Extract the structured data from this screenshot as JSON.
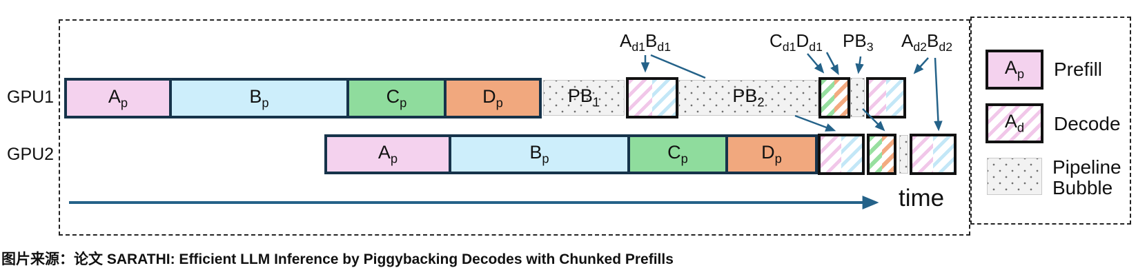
{
  "caption": "图片来源：论文 SARATHI: Efficient LLM Inference by Piggybacking Decodes with Chunked Prefills",
  "time_label": "time",
  "gpu1": {
    "label": "GPU1",
    "segments": [
      {
        "base": "A",
        "sub": "p"
      },
      {
        "base": "B",
        "sub": "p"
      },
      {
        "base": "C",
        "sub": "p"
      },
      {
        "base": "D",
        "sub": "p"
      }
    ],
    "pb1": {
      "base": "PB",
      "sub": "1"
    },
    "pb2": {
      "base": "PB",
      "sub": "2"
    }
  },
  "gpu2": {
    "label": "GPU2",
    "segments": [
      {
        "base": "A",
        "sub": "p"
      },
      {
        "base": "B",
        "sub": "p"
      },
      {
        "base": "C",
        "sub": "p"
      },
      {
        "base": "D",
        "sub": "p"
      }
    ]
  },
  "annotations": {
    "ad1bd1": {
      "p1": "A",
      "s1": "d1",
      "p2": "B",
      "s2": "d1"
    },
    "cd1dd1": {
      "p1": "C",
      "s1": "d1",
      "p2": "D",
      "s2": "d1"
    },
    "pb3": {
      "base": "PB",
      "sub": "3"
    },
    "ad2bd2": {
      "p1": "A",
      "s1": "d2",
      "p2": "B",
      "s2": "d2"
    }
  },
  "legend": {
    "prefill": {
      "box_base": "A",
      "box_sub": "p",
      "label": "Prefill"
    },
    "decode": {
      "box_base": "A",
      "box_sub": "d",
      "label": "Decode"
    },
    "bubble": {
      "label_line1": "Pipeline",
      "label_line2": "Bubble"
    }
  },
  "colors": {
    "prefill_pink": "#f4d2ee",
    "prefill_blue": "#cdeefb",
    "prefill_green": "#8fdc9d",
    "prefill_orange": "#f1a87e",
    "bar_border": "#16334a",
    "decode_border": "#111111",
    "bubble_fill": "#f2f2f2",
    "arrow_teal": "#246289",
    "dashed_border": "#222222"
  }
}
